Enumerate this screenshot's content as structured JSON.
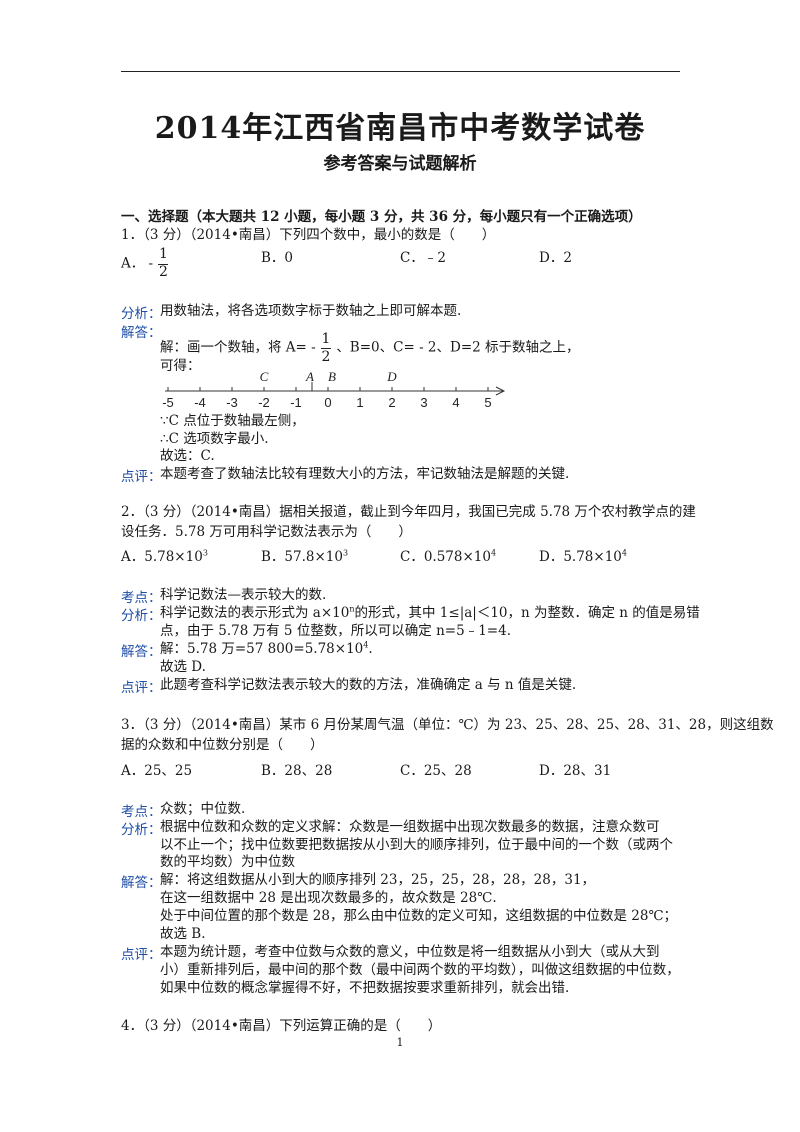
{
  "header": {
    "title": "2014年江西省南昌市中考数学试卷",
    "subtitle": "参考答案与试题解析"
  },
  "section_title": "一、选择题（本大题共 12 小题，每小题 3 分，共 36 分，每小题只有一个正确选项）",
  "tags": {
    "analysis": "分析：",
    "answer": "解答：",
    "comment": "点评：",
    "point": "考点："
  },
  "q1": {
    "stem": "1．（3 分）（2014•南昌）下列四个数中，最小的数是（　　）",
    "opt_a_label": "A．",
    "opt_a_sign": "-",
    "frac_num": "1",
    "frac_den": "2",
    "opt_b": "B．0",
    "opt_c": "C．﹣2",
    "opt_d": "D．2",
    "analysis": "用数轴法，将各选项数字标于数轴之上即可解本题.",
    "answer_pre": "解：画一个数轴，将 A= -",
    "answer_post": "、B=0、C= - 2、D=2 标于数轴之上，",
    "get": "可得：",
    "numline_ticks": [
      "-5",
      "-4",
      "-3",
      "-2",
      "-1",
      "0",
      "1",
      "2",
      "3",
      "4",
      "5"
    ],
    "numline_letters": [
      "C",
      "A",
      "B",
      "D"
    ],
    "concl1": "∵C 点位于数轴最左侧，",
    "concl2": "∴C 选项数字最小.",
    "concl3": "故选：C.",
    "comment": "本题考查了数轴法比较有理数大小的方法，牢记数轴法是解题的关键."
  },
  "q2": {
    "stem1": "2．（3 分）（2014•南昌）据相关报道，截止到今年四月，我国已完成 5.78 万个农村教学点的建",
    "stem2": "设任务．5.78 万可用科学记数法表示为（　　）",
    "opt_a": "A．5.78×10",
    "opt_a_exp": "3",
    "opt_b": "B．57.8×10",
    "opt_b_exp": "3",
    "opt_c": "C．0.578×10",
    "opt_c_exp": "4",
    "opt_d": "D．5.78×10",
    "opt_d_exp": "4",
    "point": "科学记数法—表示较大的数.",
    "analysis1_pre": "科学记数法的表示形式为 a×10",
    "analysis1_exp": "n",
    "analysis1_post": "的形式，其中 1≤|a|＜10，n 为整数．确定 n 的值是易错",
    "analysis2": "点，由于 5.78 万有 5 位整数，所以可以确定 n=5﹣1=4.",
    "answer1_pre": "解：5.78 万=57 800=5.78×10",
    "answer1_exp": "4",
    "answer1_post": ".",
    "answer2": "故选 D.",
    "comment": "此题考查科学记数法表示较大的数的方法，准确确定 a 与 n 值是关键."
  },
  "q3": {
    "stem1": "3．（3 分）（2014•南昌）某市 6 月份某周气温（单位：℃）为 23、25、28、25、28、31、28，则这组数",
    "stem2": "据的众数和中位数分别是（　　）",
    "opt_a": "A．25、25",
    "opt_b": "B．28、28",
    "opt_c": "C．25、28",
    "opt_d": "D．28、31",
    "point": "众数；中位数.",
    "analysis1": "根据中位数和众数的定义求解：众数是一组数据中出现次数最多的数据，注意众数可",
    "analysis2": "以不止一个；找中位数要把数据按从小到大的顺序排列，位于最中间的一个数（或两个",
    "analysis3": "数的平均数）为中位数",
    "answer1": "解：将这组数据从小到大的顺序排列 23，25，25，28，28，28，31，",
    "answer2": "在这一组数据中 28 是出现次数最多的，故众数是 28℃.",
    "answer3": "处于中间位置的那个数是 28，那么由中位数的定义可知，这组数据的中位数是 28℃；",
    "answer4": "故选 B.",
    "comment1": "本题为统计题，考查中位数与众数的意义，中位数是将一组数据从小到大（或从大到",
    "comment2": "小）重新排列后，最中间的那个数（最中间两个数的平均数），叫做这组数据的中位数，",
    "comment3": "如果中位数的概念掌握得不好，不把数据按要求重新排列，就会出错."
  },
  "q4": {
    "stem": "4．（3 分）（2014•南昌）下列运算正确的是（　　）"
  },
  "footer": {
    "page_number": "1"
  },
  "colors": {
    "tag": "#1f4fa6",
    "text": "#1a1a1a",
    "rule": "#222222"
  }
}
